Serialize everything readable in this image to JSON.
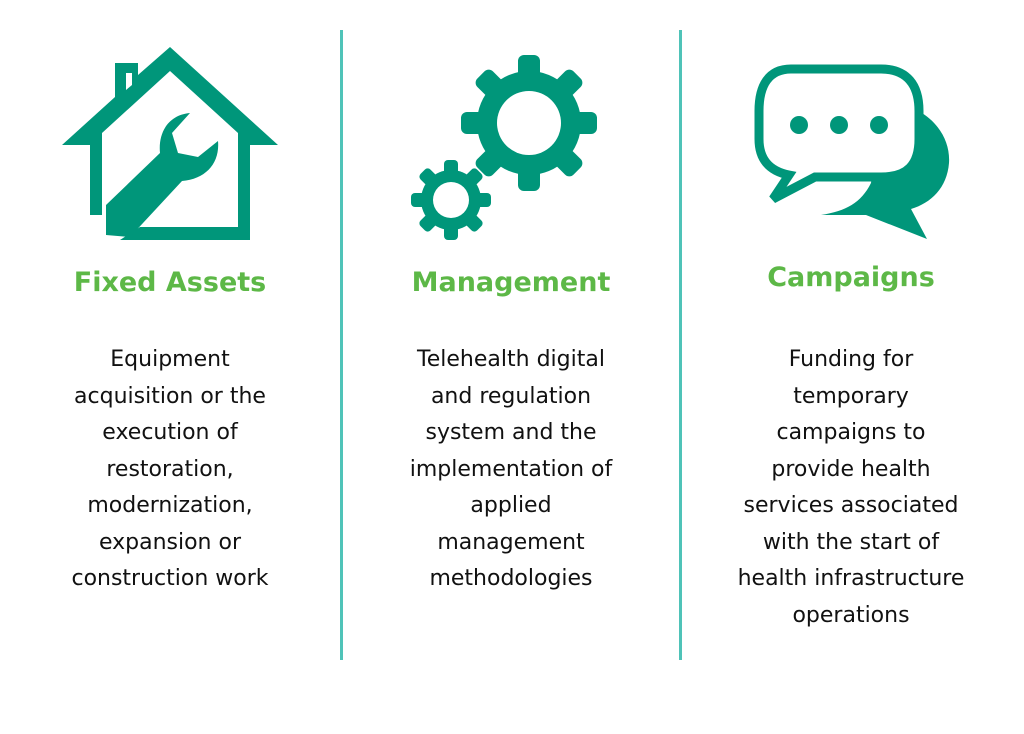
{
  "colors": {
    "icon": "#00967a",
    "title": "#5db847",
    "divider": "#4fc3b8"
  },
  "columns": [
    {
      "icon": "house-wrench-icon",
      "title": "Fixed Assets",
      "lines": [
        "Equipment",
        "acquisition or the",
        "execution of",
        "restoration,",
        "modernization,",
        "expansion or",
        "construction work"
      ]
    },
    {
      "icon": "gears-icon",
      "title": "Management",
      "lines": [
        "Telehealth digital",
        "and regulation",
        "system and the",
        "implementation of",
        "applied",
        "management",
        "methodologies"
      ]
    },
    {
      "icon": "chat-bubbles-icon",
      "title": "Campaigns",
      "lines": [
        "Funding for",
        "temporary",
        "campaigns to",
        "provide health",
        "services associated",
        "with the start of",
        "health infrastructure",
        "operations"
      ]
    }
  ]
}
